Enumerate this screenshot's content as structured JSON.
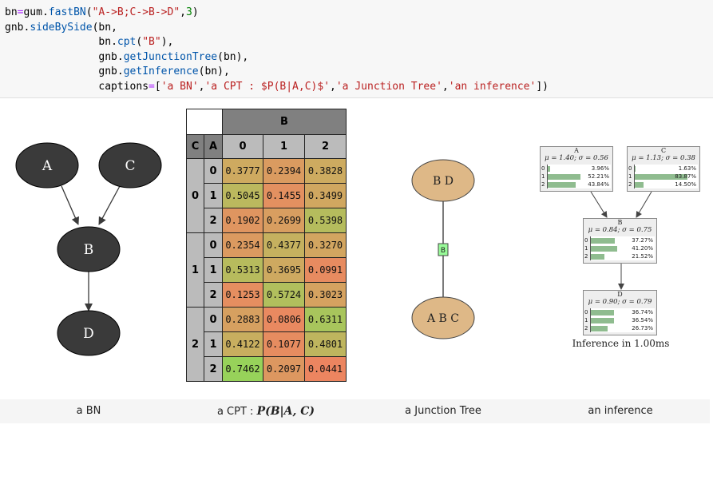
{
  "code": {
    "line1": {
      "a": "bn",
      "b": "=",
      "c": "gum",
      "d": ".",
      "e": "fastBN",
      "f": "(",
      "g": "\"A->B;C->B->D\"",
      "h": ",",
      "i": "3",
      "j": ")"
    },
    "line2": {
      "a": "gnb",
      "b": ".",
      "c": "sideBySide",
      "d": "(bn,"
    },
    "line3": {
      "a": "bn",
      "b": ".",
      "c": "cpt",
      "d": "(",
      "e": "\"B\"",
      "f": "),"
    },
    "line4": {
      "a": "gnb",
      "b": ".",
      "c": "getJunctionTree",
      "d": "(bn),"
    },
    "line5": {
      "a": "gnb",
      "b": ".",
      "c": "getInference",
      "d": "(bn),"
    },
    "line6": {
      "a": "captions",
      "b": "=",
      "c": "[",
      "d": "'a BN'",
      "e": ",",
      "f": "'a CPT : $P(B|A,C)$'",
      "g": ",",
      "h": "'a Junction Tree'",
      "i": ",",
      "j": "'an inference'",
      "k": "])"
    }
  },
  "bn": {
    "nodes": [
      "A",
      "C",
      "B",
      "D"
    ],
    "colors": {
      "node_fill": "#3a3a3a",
      "node_text": "#ffffff"
    }
  },
  "cpt": {
    "target": "B",
    "parent_headers": [
      "C",
      "A"
    ],
    "target_values": [
      "0",
      "1",
      "2"
    ],
    "rows": [
      {
        "c": "0",
        "a": "0",
        "vals": [
          "0.3777",
          "0.2394",
          "0.3828"
        ]
      },
      {
        "c": "0",
        "a": "1",
        "vals": [
          "0.5045",
          "0.1455",
          "0.3499"
        ]
      },
      {
        "c": "0",
        "a": "2",
        "vals": [
          "0.1902",
          "0.2699",
          "0.5398"
        ]
      },
      {
        "c": "1",
        "a": "0",
        "vals": [
          "0.2354",
          "0.4377",
          "0.3270"
        ]
      },
      {
        "c": "1",
        "a": "1",
        "vals": [
          "0.5313",
          "0.3695",
          "0.0991"
        ]
      },
      {
        "c": "1",
        "a": "2",
        "vals": [
          "0.1253",
          "0.5724",
          "0.3023"
        ]
      },
      {
        "c": "2",
        "a": "0",
        "vals": [
          "0.2883",
          "0.0806",
          "0.6311"
        ]
      },
      {
        "c": "2",
        "a": "1",
        "vals": [
          "0.4122",
          "0.1077",
          "0.4801"
        ]
      },
      {
        "c": "2",
        "a": "2",
        "vals": [
          "0.7462",
          "0.2097",
          "0.0441"
        ]
      }
    ]
  },
  "jt": {
    "clique_top": "B D",
    "clique_bottom": "A B C",
    "separator": "B",
    "colors": {
      "clique_fill": "#deb887",
      "sep_fill": "#98fb98"
    }
  },
  "inference": {
    "nodes": [
      {
        "name": "A",
        "stat": "μ = 1.40; σ = 0.56",
        "probs": [
          0.0396,
          0.5221,
          0.4384
        ],
        "pcts": [
          "3.96%",
          "52.21%",
          "43.84%"
        ]
      },
      {
        "name": "C",
        "stat": "μ = 1.13; σ = 0.38",
        "probs": [
          0.0163,
          0.8387,
          0.145
        ],
        "pcts": [
          "1.63%",
          "83.87%",
          "14.50%"
        ]
      },
      {
        "name": "B",
        "stat": "μ = 0.84; σ = 0.75",
        "probs": [
          0.3727,
          0.412,
          0.2152
        ],
        "pcts": [
          "37.27%",
          "41.20%",
          "21.52%"
        ]
      },
      {
        "name": "D",
        "stat": "μ = 0.90; σ = 0.79",
        "probs": [
          0.3674,
          0.3654,
          0.2673
        ],
        "pcts": [
          "36.74%",
          "36.54%",
          "26.73%"
        ]
      }
    ],
    "labels": [
      "0",
      "1",
      "2"
    ],
    "time_text": "Inference in   1.00ms"
  },
  "captions": {
    "bn": "a BN",
    "cpt_prefix": "a CPT :",
    "cpt_math": "P(B|A, C)",
    "jt": "a Junction Tree",
    "inference": "an inference"
  }
}
